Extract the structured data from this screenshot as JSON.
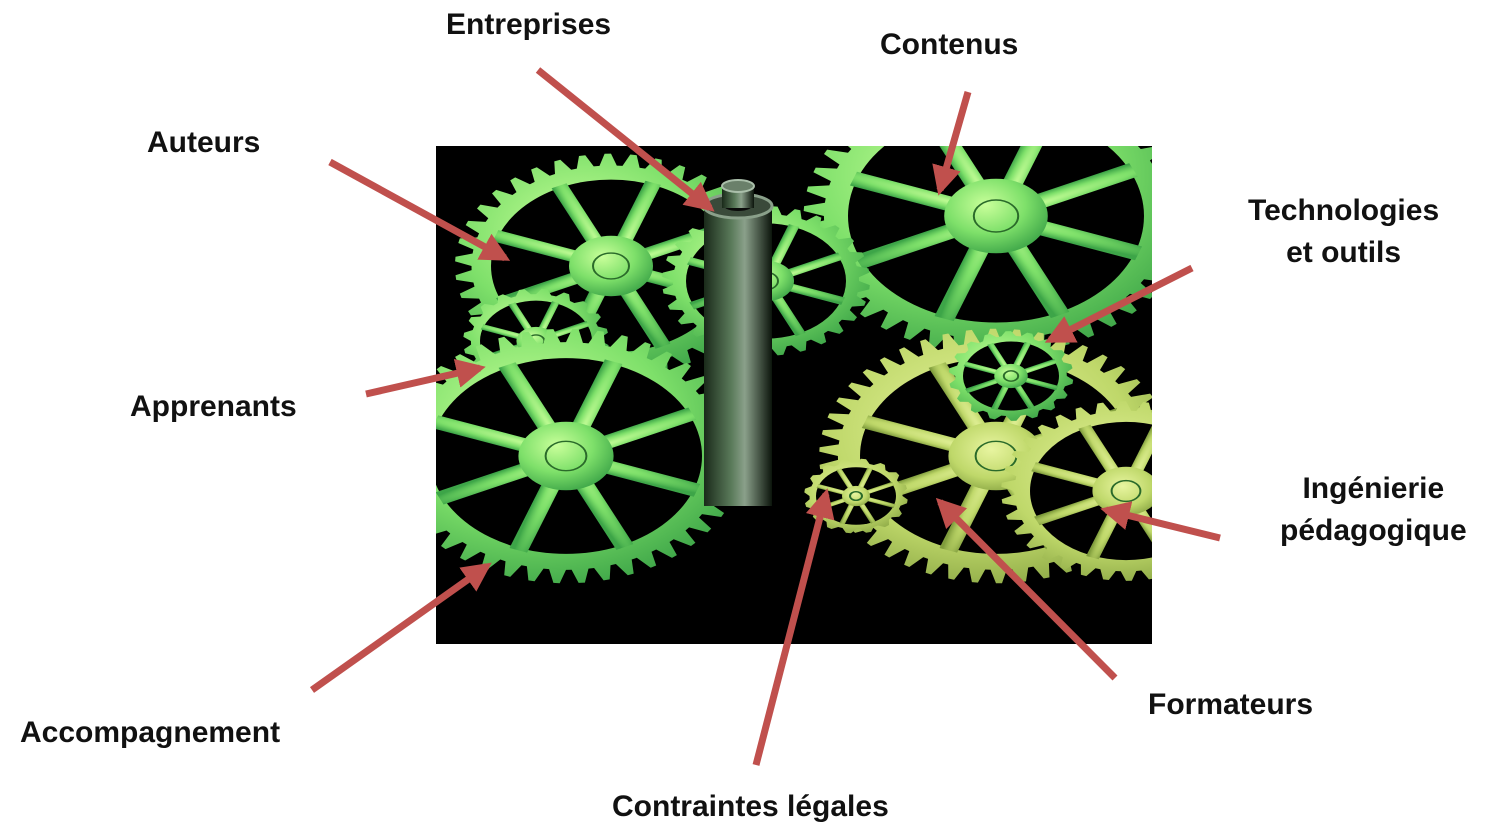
{
  "labels": {
    "entreprises": "Entreprises",
    "contenus": "Contenus",
    "auteurs": "Auteurs",
    "technologies_line1": "Technologies",
    "technologies_line2": "et outils",
    "apprenants": "Apprenants",
    "ingenierie_line1": "Ingénierie",
    "ingenierie_line2": "pédagogique",
    "accompagnement": "Accompagnement",
    "formateurs": "Formateurs",
    "contraintes": "Contraintes légales"
  },
  "colors": {
    "arrow": "#c0504d",
    "gear_light": "#b6f27a",
    "gear_mid": "#5fd35f",
    "gear_dark": "#2f8f3a",
    "gear_yellow": "#cfe36a",
    "background_photo": "#000000",
    "label_text": "#111111"
  },
  "image": {
    "subject": "interlocking-gears-photo"
  }
}
